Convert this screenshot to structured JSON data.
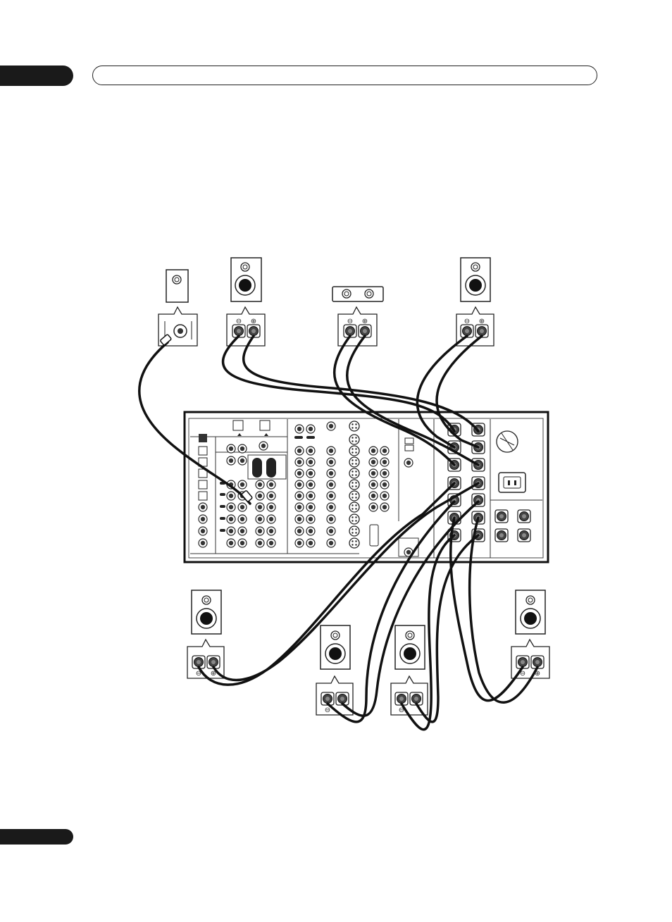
{
  "header": {
    "chapter_label": "",
    "title": ""
  },
  "footer": {
    "page_number": ""
  },
  "diagram": {
    "description_items": [
      {
        "name": "subwoofer"
      },
      {
        "name": "front-left-speaker"
      },
      {
        "name": "center-speaker"
      },
      {
        "name": "front-right-speaker"
      },
      {
        "name": "surround-left-speaker"
      },
      {
        "name": "surround-back-left-speaker"
      },
      {
        "name": "surround-back-right-speaker"
      },
      {
        "name": "surround-right-speaker"
      },
      {
        "name": "receiver-rear-panel"
      }
    ]
  }
}
